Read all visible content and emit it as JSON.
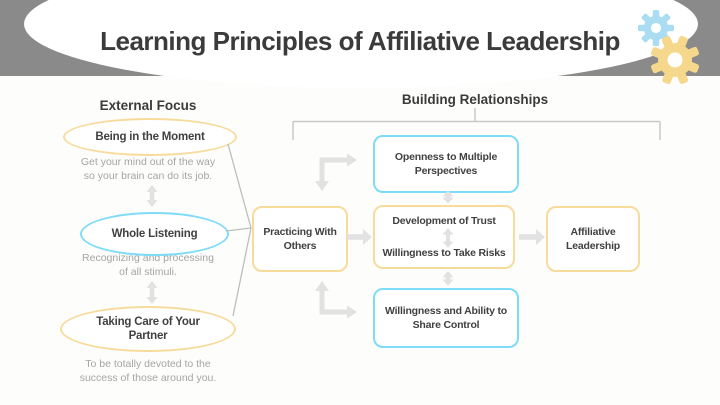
{
  "header": {
    "title": "Learning Principles of Affiliative Leadership",
    "band_color": "#8a8a8a",
    "gear_blue_color": "#aadcf2",
    "gear_yellow_color": "#f6d88c"
  },
  "left_column": {
    "heading": "External Focus",
    "items": [
      {
        "label": "Being in the Moment",
        "border_color": "#f7db9b",
        "caption_lines": [
          "Get your mind out of the way",
          "so your brain can do its job."
        ]
      },
      {
        "label": "Whole Listening",
        "border_color": "#7fdcf8",
        "caption_lines": [
          "Recognizing and processing",
          "of all stimuli."
        ]
      },
      {
        "label": "Taking Care of Your Partner",
        "border_color": "#f7db9b",
        "caption_lines": [
          "To be totally devoted to the",
          "success of those around you."
        ]
      }
    ]
  },
  "right_section": {
    "heading": "Building Relationships",
    "nodes": {
      "practicing": {
        "label": "Practicing With Others",
        "border_color": "#f7db9b"
      },
      "openness": {
        "label": "Openness to Multiple Perspectives",
        "border_color": "#7fdcf8"
      },
      "trust": {
        "label": "Development of Trust",
        "border_color": "#f7db9b"
      },
      "risks": {
        "label": "Willingness to Take Risks"
      },
      "share_control": {
        "label": "Willingness and Ability to Share Control",
        "border_color": "#7fdcf8"
      },
      "affiliative": {
        "label": "Affiliative Leadership",
        "border_color": "#f7db9b"
      }
    }
  },
  "colors": {
    "accent_yellow": "#f7db9b",
    "accent_blue": "#7fdcf8",
    "arrow_gray": "#e2e2e2",
    "line_gray": "#bdbdbd",
    "bracket_gray": "#c9c9c9",
    "caption_gray": "#a5a5a5",
    "text_dark": "#3b3b3b"
  }
}
